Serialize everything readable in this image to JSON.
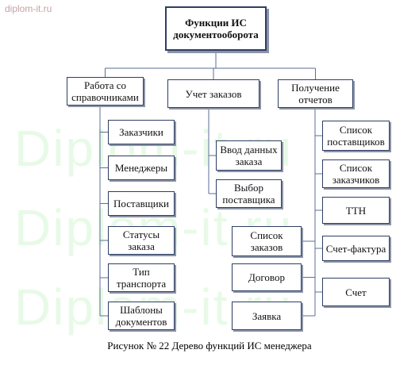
{
  "watermark": {
    "top_text": "diplom-it.ru",
    "large_text": "Diplom-it.ru"
  },
  "root": {
    "label": "Функции ИС документооборота"
  },
  "branches": [
    {
      "label": "Работа со справочниками",
      "children": [
        "Заказчики",
        "Менеджеры",
        "Поставщики",
        "Статусы заказа",
        "Тип транспорта",
        "Шаблоны документов"
      ]
    },
    {
      "label": "Учет заказов",
      "children": [
        "Ввод данных заказа",
        "Выбор поставщика"
      ]
    },
    {
      "label": "Получение отчетов",
      "children_right": [
        "Список поставщиков",
        "Список заказчиков",
        "ТТН",
        "Счет-фактура",
        "Счет"
      ],
      "children_left": [
        "Список заказов",
        "Договор",
        "Заявка"
      ]
    }
  ],
  "caption": "Рисунок № 22 Дерево функций ИС менеджера",
  "colors": {
    "border": "#2e3e63",
    "line": "#5b6f94",
    "shadow": "#8c93a6",
    "watermark": "#78e678"
  }
}
